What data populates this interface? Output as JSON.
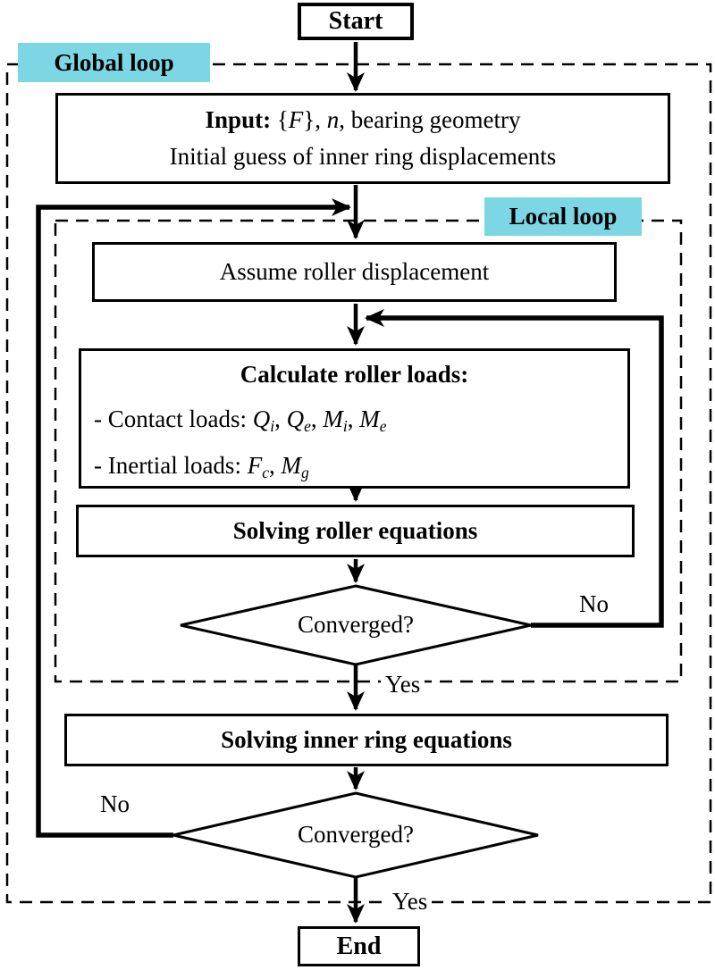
{
  "colors": {
    "loop_label_bg": "#7DD6E4",
    "line": "#000000",
    "background": "#FFFFFF"
  },
  "nodes": {
    "start": "Start",
    "end": "End",
    "assume": "Assume roller displacement",
    "solve_roller": "Solving roller equations",
    "solve_inner": "Solving inner ring equations",
    "decision_local": "Converged?",
    "decision_global": "Converged?"
  },
  "loop_labels": {
    "global": "Global loop",
    "local": "Local loop"
  },
  "input_box": {
    "bold": "Input:",
    "seg1": " {",
    "var_f": "F",
    "seg2": "}, ",
    "var_n": "n",
    "seg3": ", bearing geometry",
    "line2": "Initial guess of inner ring displacements"
  },
  "calc_box": {
    "title": "Calculate roller loads:",
    "contact_prefix": "- Contact loads: ",
    "contact_terms": [
      {
        "sym": "Q",
        "sub": "i",
        "sep": ", "
      },
      {
        "sym": "Q",
        "sub": "e",
        "sep": ", "
      },
      {
        "sym": "M",
        "sub": "i",
        "sep": ", "
      },
      {
        "sym": "M",
        "sub": "e",
        "sep": ""
      }
    ],
    "inertial_prefix": "- Inertial loads: ",
    "inertial_terms": [
      {
        "sym": "F",
        "sub": "c",
        "sep": ", "
      },
      {
        "sym": "M",
        "sub": "g",
        "sep": ""
      }
    ]
  },
  "branch_labels": {
    "local_no": "No",
    "local_yes": "Yes",
    "global_no": "No",
    "global_yes": "Yes"
  }
}
